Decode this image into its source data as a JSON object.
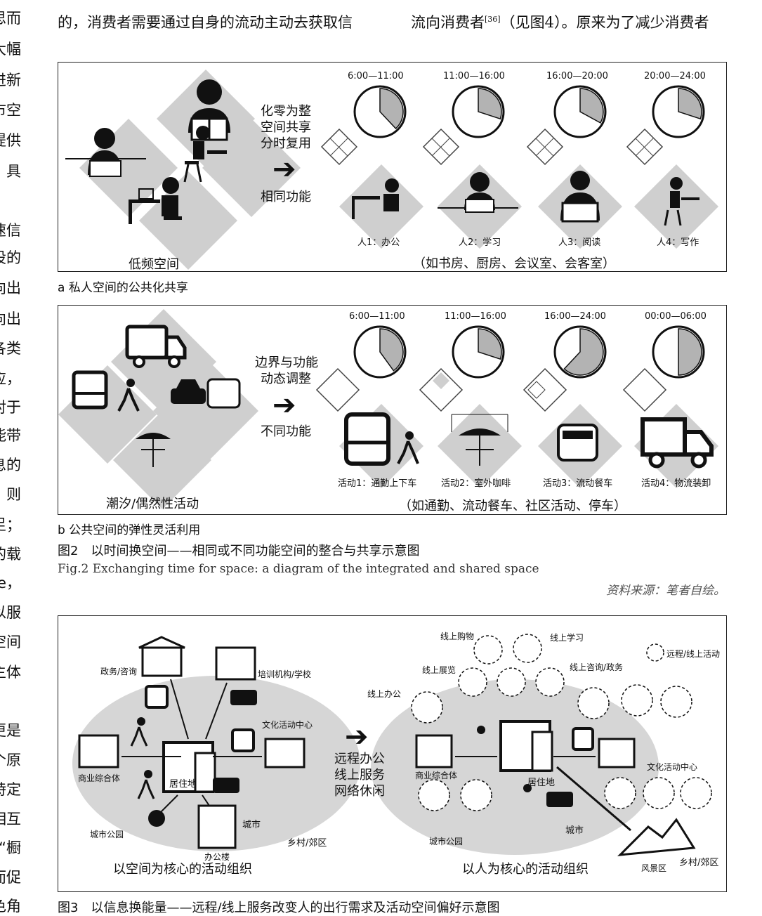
{
  "left_column": [
    "思而",
    "大幅",
    "进新",
    "市空",
    "提供",
    "，具",
    "速信",
    "设的",
    "向出",
    "向出",
    "各类",
    "应，",
    "对于",
    "能带",
    "息的",
    "，则",
    "足；",
    "的载",
    "ce，",
    "以服",
    "空间",
    "主体",
    "更是",
    "个原",
    "特定",
    "相互",
    "“橱",
    "而促",
    "色角"
  ],
  "top_text": {
    "left": "的，消费者需要通过自身的流动主动去获取信",
    "right": "流向消费者",
    "ref": "[36]",
    "right_tail": "（见图4）。原来为了减少消费者"
  },
  "fig2a": {
    "center_text": [
      "化零为整",
      "空间共享",
      "分时复用"
    ],
    "center_sub": "相同功能",
    "left_label": "低频空间",
    "times": [
      "6:00—11:00",
      "11:00—16:00",
      "16:00—20:00",
      "20:00—24:00"
    ],
    "fractions": [
      0.38,
      0.3,
      0.33,
      0.3
    ],
    "persons": [
      "人1：办公",
      "人2：学习",
      "人3：阅读",
      "人4：写作"
    ],
    "examples": "（如书房、厨房、会议室、会客室）",
    "caption": "a 私人空间的公共化共享"
  },
  "fig2b": {
    "center_text": [
      "边界与功能",
      "动态调整"
    ],
    "center_sub": "不同功能",
    "left_label": "潮汐/偶然性活动",
    "times": [
      "6:00—11:00",
      "11:00—16:00",
      "16:00—24:00",
      "00:00—06:00"
    ],
    "fractions": [
      0.4,
      0.3,
      0.62,
      0.5
    ],
    "activities": [
      "活动1：通勤上下车",
      "活动2：室外咖啡",
      "活动3：流动餐车",
      "活动4：物流装卸"
    ],
    "examples": "（如通勤、流动餐车、社区活动、停车）",
    "caption": "b 公共空间的弹性灵活利用"
  },
  "fig2_caption_cn": "图2　以时间换空间——相同或不同功能空间的整合与共享示意图",
  "fig2_caption_en": "Fig.2  Exchanging time for space: a diagram of the integrated and shared space",
  "source": "资料来源：笔者自绘。",
  "fig3": {
    "left_labels": {
      "gov": "政务/咨询",
      "school": "培训机构/学校",
      "culture": "文化活动中心",
      "mall": "商业综合体",
      "home": "居住地",
      "park": "城市公园",
      "office": "办公楼",
      "city": "城市",
      "rural": "乡村/郊区"
    },
    "left_title": "以空间为核心的活动组织",
    "center": [
      "远程办公",
      "线上服务",
      "网络休闲"
    ],
    "right_labels": {
      "shopping": "线上购物",
      "learning": "线上学习",
      "exhibit": "线上展览",
      "consult": "线上咨询/政务",
      "office": "线上办公",
      "legend": "远程/线上活动",
      "mall": "商业综合体",
      "home": "居住地",
      "culture": "文化活动中心",
      "park": "城市公园",
      "city": "城市",
      "scenic": "风景区",
      "rural": "乡村/郊区"
    },
    "right_title": "以人为核心的活动组织"
  },
  "fig3_caption": "图3　以信息换能量——远程/线上服务改变人的出行需求及活动空间偏好示意图"
}
